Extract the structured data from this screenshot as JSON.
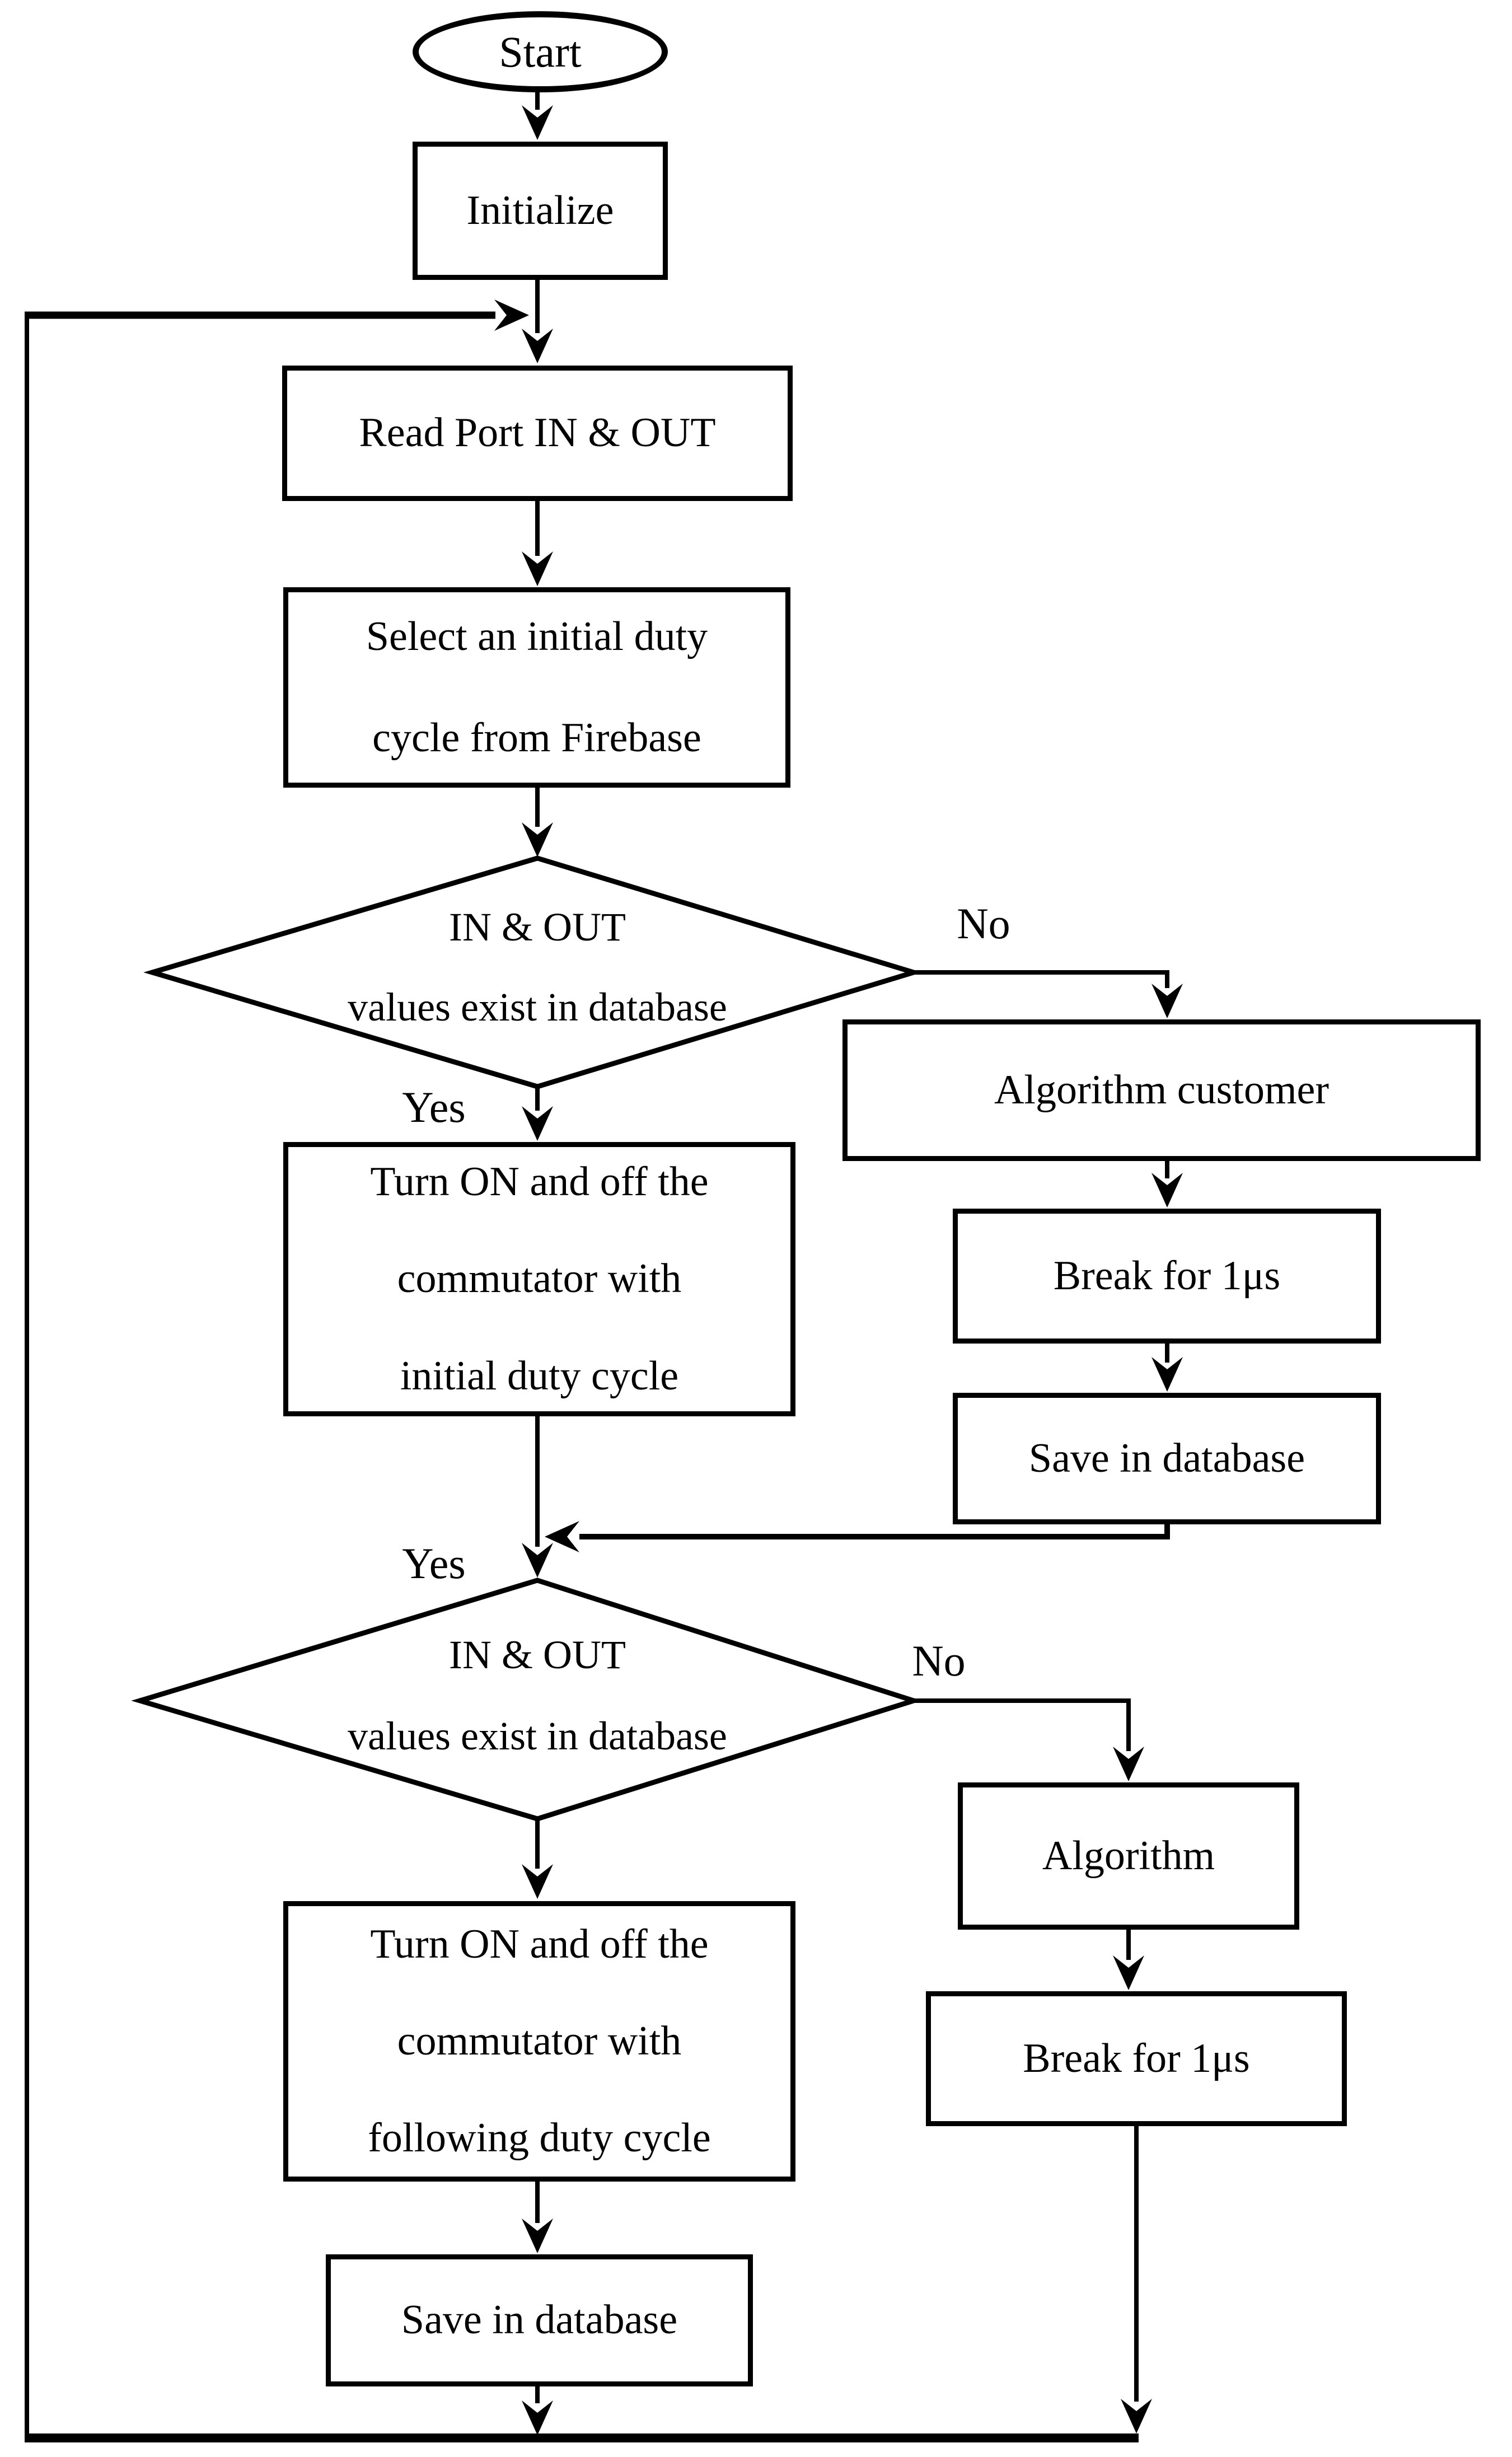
{
  "diagram": {
    "type": "flowchart",
    "colors": {
      "line": "#000000",
      "background": "#ffffff",
      "text": "#000000"
    },
    "nodes": {
      "start": {
        "shape": "terminator",
        "label": "Start"
      },
      "initialize": {
        "shape": "process",
        "label": "Initialize"
      },
      "read_port": {
        "shape": "process",
        "label": "Read Port IN & OUT"
      },
      "select_duty": {
        "shape": "process",
        "line1": "Select an initial duty",
        "line2": "cycle from Firebase"
      },
      "decision1": {
        "shape": "decision",
        "line1": "IN & OUT",
        "line2": "values exist in database"
      },
      "turn_on_initial": {
        "shape": "process",
        "line1": "Turn ON and off the",
        "line2": "commutator with",
        "line3": "initial duty cycle"
      },
      "algorithm_customer": {
        "shape": "process",
        "label": "Algorithm customer"
      },
      "break_first": {
        "shape": "process",
        "label": "Break for 1μs"
      },
      "save_db_right": {
        "shape": "process",
        "label": "Save in database"
      },
      "decision2": {
        "shape": "decision",
        "line1": "IN & OUT",
        "line2": "values exist in database"
      },
      "turn_on_following": {
        "shape": "process",
        "line1": "Turn ON and off the",
        "line2": "commutator with",
        "line3": "following duty cycle"
      },
      "algorithm": {
        "shape": "process",
        "label": "Algorithm"
      },
      "break_second": {
        "shape": "process",
        "label": "Break for 1μs"
      },
      "save_db_bottom": {
        "shape": "process",
        "label": "Save in database"
      }
    },
    "edge_labels": {
      "decision1_yes": "Yes",
      "decision1_no": "No",
      "decision2_yes": "Yes",
      "decision2_no": "No"
    }
  }
}
